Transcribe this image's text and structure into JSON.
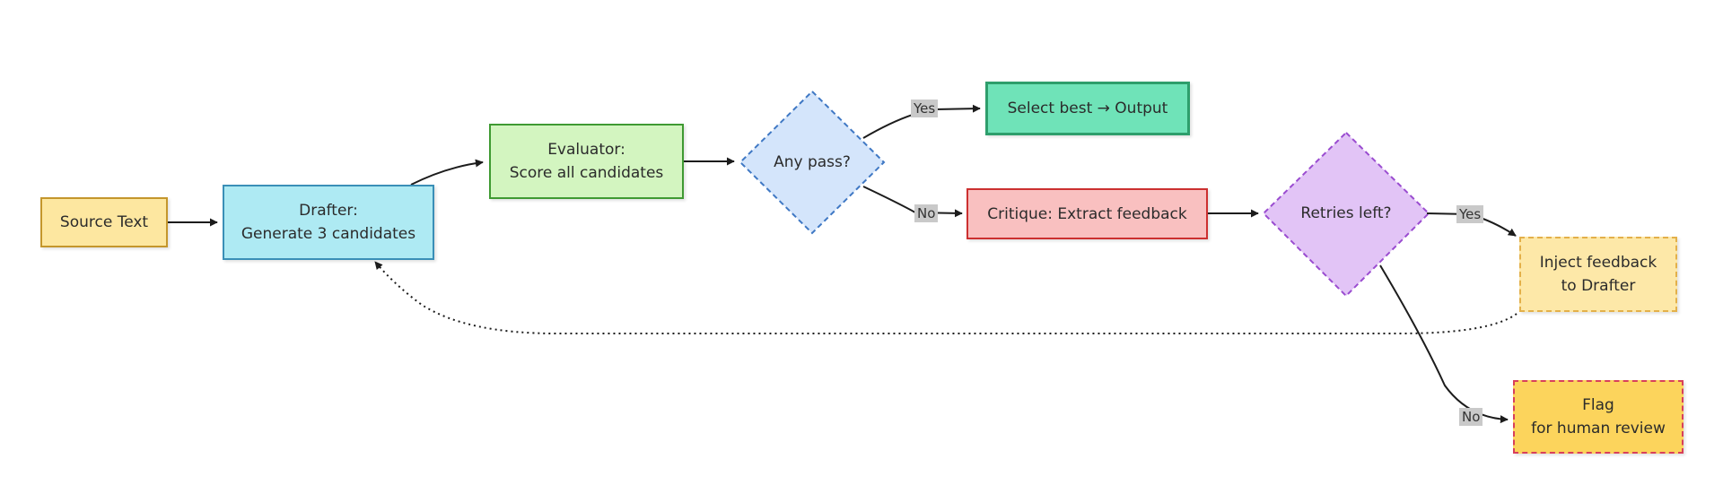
{
  "nodes": {
    "source": {
      "line1": "Source Text",
      "fill": "#fde7a0",
      "stroke": "#c4962c"
    },
    "drafter": {
      "line1": "Drafter:",
      "line2": "Generate 3 candidates",
      "fill": "#aeeaf3",
      "stroke": "#3a8fb7"
    },
    "evaluator": {
      "line1": "Evaluator:",
      "line2": "Score all candidates",
      "fill": "#d3f5c0",
      "stroke": "#3f9a32"
    },
    "any_pass": {
      "label": "Any pass?",
      "fill": "#d4e5fb",
      "stroke": "#3f78c4",
      "dashed": true
    },
    "select_best": {
      "line1": "Select best → Output",
      "fill": "#6fe3b8",
      "stroke": "#2e9e6c"
    },
    "critique": {
      "line1": "Critique: Extract feedback",
      "fill": "#f9c0c0",
      "stroke": "#cc3030"
    },
    "retries": {
      "label": "Retries left?",
      "fill": "#e2c4f6",
      "stroke": "#9a4cd0",
      "dashed": true
    },
    "inject": {
      "line1": "Inject feedback",
      "line2": "to Drafter",
      "fill": "#fde8a8",
      "stroke": "#e3b04a",
      "dashed": true
    },
    "flag": {
      "line1": "Flag",
      "line2": "for human review",
      "fill": "#fcd45c",
      "stroke": "#d8405a",
      "dashed": true
    }
  },
  "edge_labels": {
    "yes_select": "Yes",
    "no_critique": "No",
    "yes_inject": "Yes",
    "no_flag": "No"
  },
  "colors": {
    "edge": "#1c1c1c",
    "edge_label_bg": "#c9c9c9"
  }
}
